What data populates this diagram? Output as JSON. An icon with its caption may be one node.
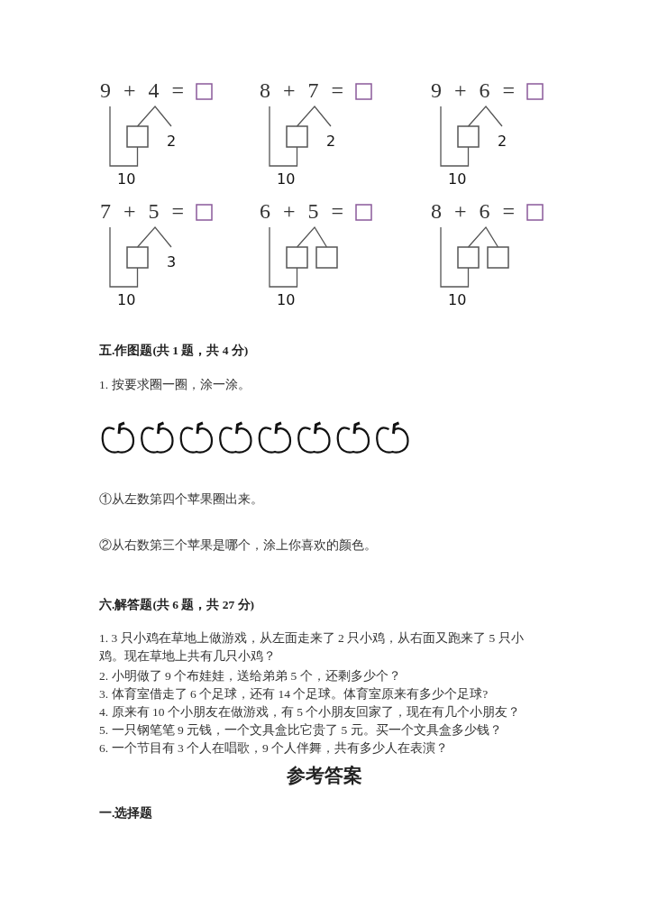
{
  "diagram": {
    "labels": [
      "9 + 4 =",
      "8 + 7 =",
      "9 + 6 =",
      "2",
      "2",
      "2",
      "10",
      "10",
      "10",
      "7 + 5 =",
      "6 + 5 =",
      "8 + 6 =",
      "3",
      "10",
      "10",
      "10",
      "五.作图题(共 1 题，共 4 分)",
      "1. 按要求圈一圈，涂一涂。",
      "①从左数第四个苹果圈出来。",
      "②从右数第三个苹果是哪个，涂上你喜欢的颜色。",
      "六.解答题(共 6 题，共 27 分)",
      "1. 3 只小鸡在草地上做游戏，从左面走来了 2 只小鸡，从右面又跑来了 5 只小鸡。现在草地上共有几只小鸡？",
      "2. 小明做了 9 个布娃娃，送给弟弟 5 个，还剩多少个？",
      "3. 体育室借走了 6 个足球，还有 14 个足球。体育室原来有多少个足球?",
      "4. 原来有 10 个小朋友在做游戏，有 5 个小朋友回家了，现在有几个小朋友？",
      "5. 一只钢笔笔 9 元钱，一个文具盒比它贵了 5 元。买一个文具盒多少钱？",
      "6. 一个节目有 3 个人在唱歌，9 个人伴舞，共有多少人在表演？",
      "参考答案",
      "一.选择题"
    ]
  }
}
